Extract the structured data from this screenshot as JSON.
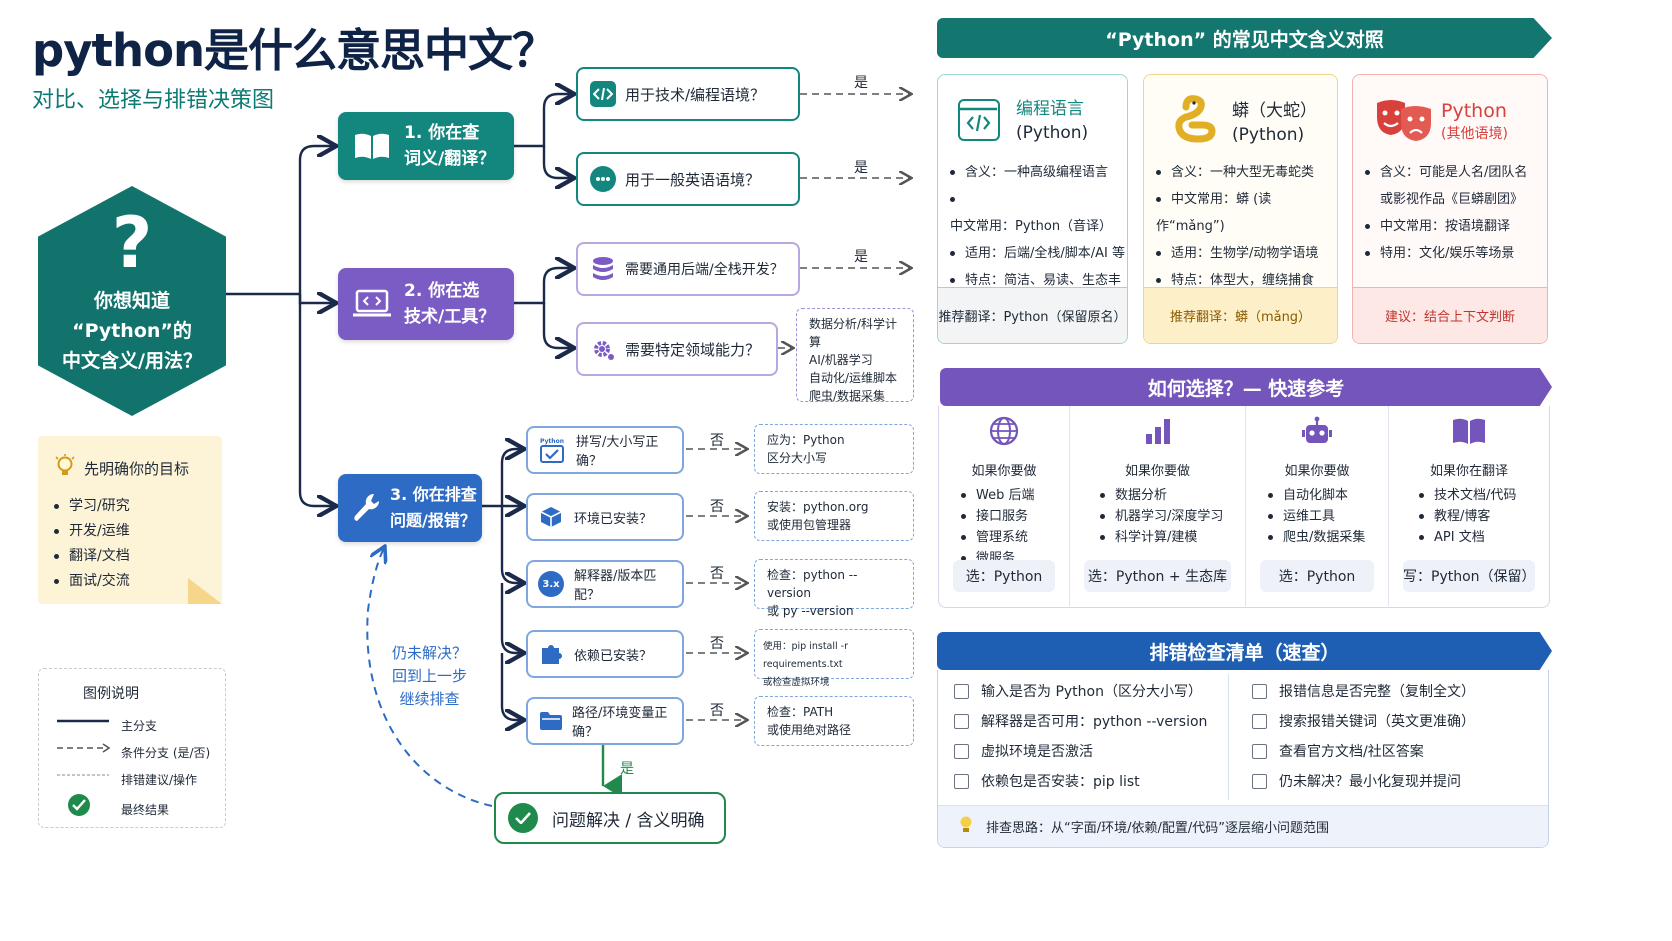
{
  "title": "python是什么意思中文？",
  "subtitle": "对比、选择与排错决策图",
  "center": {
    "mark": "?",
    "text": [
      "你想知道",
      "“Python”的",
      "中文含义/用法？"
    ]
  },
  "branches": [
    {
      "label": [
        "1. 你在查",
        "词义/翻译？"
      ],
      "color": "#13877e"
    },
    {
      "label": [
        "2. 你在选",
        "技术/工具？"
      ],
      "color": "#7b5cc4"
    },
    {
      "label": [
        "3. 你在排查",
        "问题/报错？"
      ],
      "color": "#2d6bc4"
    }
  ],
  "q1": [
    {
      "text": "用于技术/编程语境？",
      "edge": "是"
    },
    {
      "text": "用于一般英语语境？",
      "edge": "是"
    }
  ],
  "q2": [
    {
      "text": "需要通用后端/全栈开发？",
      "edge": "是"
    },
    {
      "text": "需要特定领域能力？",
      "domains": [
        "数据分析/科学计算",
        "AI/机器学习",
        "自动化/运维脚本",
        "爬虫/数据采集"
      ]
    }
  ],
  "q3": [
    {
      "text": "拼写/大小写正确？",
      "icon_label": "Python",
      "edge": "否",
      "advice": [
        "应为：Python",
        "区分大小写"
      ]
    },
    {
      "text": "环境已安装？",
      "edge": "否",
      "advice": [
        "安装：python.org",
        "或使用包管理器"
      ]
    },
    {
      "text": "解释器/版本匹配？",
      "icon_label": "3.x",
      "edge": "否",
      "advice": [
        "检查：python --version",
        "或 py --version"
      ]
    },
    {
      "text": "依赖已安装？",
      "edge": "否",
      "advice": [
        "使用：pip install -r requirements.txt",
        "或检查虚拟环境"
      ]
    },
    {
      "text": "路径/环境变量正确？",
      "edge": "否",
      "advice": [
        "检查：PATH",
        "或使用绝对路径"
      ]
    }
  ],
  "final": {
    "text": "问题解决 / 含义明确",
    "edge": "是"
  },
  "loop_text": [
    "仍未解决？",
    "回到上一步",
    "继续排查"
  ],
  "goal": {
    "title": "先明确你的目标",
    "items": [
      "学习/研究",
      "开发/运维",
      "翻译/文档",
      "面试/交流"
    ]
  },
  "legend": {
    "title": "图例说明",
    "items": [
      "主分支",
      "条件分支 (是/否)",
      "排错建议/操作",
      "最终结果"
    ]
  },
  "meanings": {
    "header": "“Python” 的常见中文含义对照",
    "cards": [
      {
        "title": [
          "编程语言",
          "(Python)"
        ],
        "items": [
          "含义：一种高级编程语言",
          "中文常用：Python（音译）",
          "适用：后端/全栈/脚本/AI 等",
          "特点：简洁、易读、生态丰富"
        ],
        "foot": "推荐翻译：Python（保留原名）",
        "accent": "#13877e"
      },
      {
        "title": [
          "蟒（大蛇）",
          "(Python)"
        ],
        "items": [
          "含义：一种大型无毒蛇类",
          "中文常用：蟒 (读作“mǎng”)",
          "适用：生物学/动物学语境",
          "特点：体型大，缠绕捕食"
        ],
        "foot": "推荐翻译：蟒（mǎng）",
        "accent": "#d19b18"
      },
      {
        "title": [
          "Python",
          "(其他语境)"
        ],
        "items": [
          "含义：可能是人名/团队名",
          "或影视作品《巨蟒剧团》",
          "中文常用：按语境翻译",
          "特用：文化/娱乐等场景"
        ],
        "foot": "建议：结合上下文判断",
        "accent": "#d8403c"
      }
    ]
  },
  "quick": {
    "header": "如何选择？— 快速参考",
    "cols": [
      {
        "head": "如果你要做",
        "items": [
          "Web 后端",
          "接口服务",
          "管理系统",
          "微服务"
        ],
        "pick": "选：Python"
      },
      {
        "head": "如果你要做",
        "items": [
          "数据分析",
          "机器学习/深度学习",
          "科学计算/建模"
        ],
        "pick": "选：Python + 生态库"
      },
      {
        "head": "如果你要做",
        "items": [
          "自动化脚本",
          "运维工具",
          "爬虫/数据采集"
        ],
        "pick": "选：Python"
      },
      {
        "head": "如果你在翻译",
        "items": [
          "技术文档/代码",
          "教程/博客",
          "API 文档"
        ],
        "pick": "写：Python（保留）"
      }
    ]
  },
  "checklist": {
    "header": "排错检查清单（速查）",
    "left": [
      "输入是否为 Python（区分大小写）",
      "解释器是否可用：python --version",
      "虚拟环境是否激活",
      "依赖包是否安装：pip list"
    ],
    "right": [
      "报错信息是否完整（复制全文）",
      "搜索报错关键词（英文更准确）",
      "查看官方文档/社区答案",
      "仍未解决？最小化复现并提问"
    ],
    "tip": "排查思路：从“字面/环境/依赖/配置/代码”逐层缩小问题范围"
  },
  "colors": {
    "teal": "#13877e",
    "purple": "#7b5cc4",
    "blue": "#2d6bc4",
    "navy": "#0f2347",
    "green": "#1f8a4c"
  }
}
